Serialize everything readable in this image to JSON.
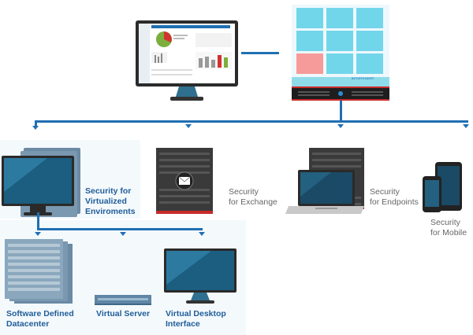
{
  "server_badge": "BITDEFENDER",
  "labels": {
    "virtualized": "Security for\nVirtualized\nEnviroments",
    "exchange": "Security\nfor Exchange",
    "endpoints": "Security\nfor Endpoints",
    "mobile": "Security\nfor Mobile",
    "sddc": "Software Defined\nDatacenter",
    "virtual_server": "Virtual Server",
    "vdi": "Virtual Desktop\nInterface"
  },
  "colors": {
    "connector": "#1f6fb2",
    "tile": "#72d6ea",
    "tile_alert": "#f79a9a",
    "server_red": "#c92b2b",
    "screen": "#1b5e80",
    "rack": "#3a3a3a"
  }
}
